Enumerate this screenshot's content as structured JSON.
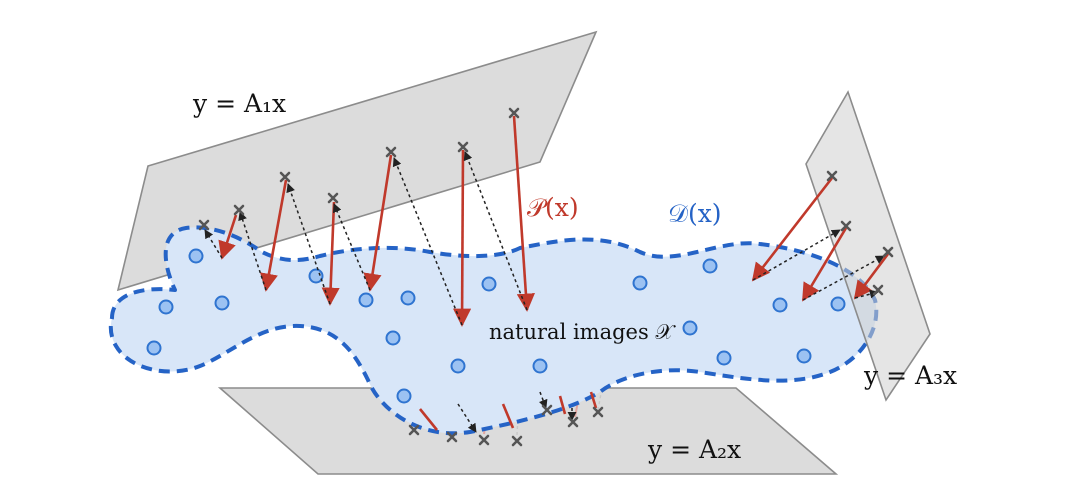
{
  "labels": {
    "plane_1": "y = A₁x",
    "plane_2": "y = A₂x",
    "plane_3": "y = A₃x",
    "projection": "𝒫(x)",
    "denoiser": "𝒟(x)",
    "manifold": "natural images 𝒳"
  },
  "colors": {
    "plane_fill": "#dcdcdc",
    "plane_edge": "#8c8c8c",
    "manifold_fill": "#d8e6f8",
    "manifold_edge": "#2563c6",
    "point_fill": "#9cc2f2",
    "point_edge": "#2f74d0",
    "projection_arrow": "#c0392b",
    "denoise_arrow": "#222222",
    "cross": "#555555"
  },
  "legend_meaning": {
    "circle_marker": "natural image sample",
    "x_marker": "measurement-consistent point",
    "red_arrow": "projection",
    "dashed_arrow": "denoising"
  }
}
